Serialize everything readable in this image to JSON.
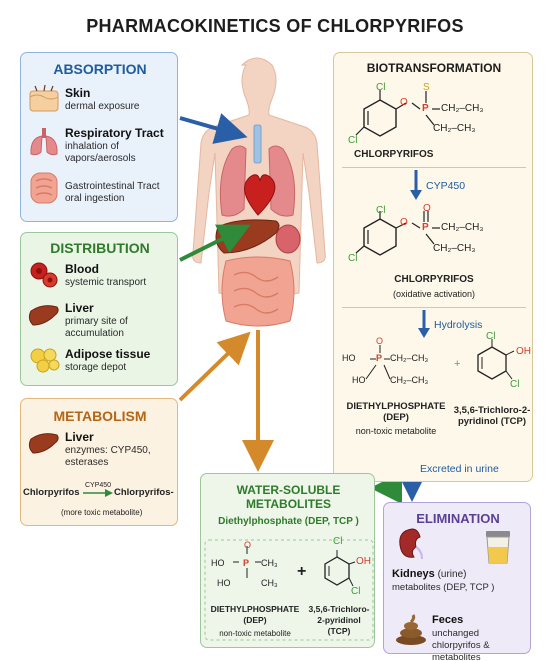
{
  "title": "PHARMACOKINETICS OF CHLORPYRIFOS",
  "absorption": {
    "heading": "ABSORPTION",
    "items": [
      {
        "title": "Skin",
        "desc": "dermal exposure",
        "icon": "skin-icon"
      },
      {
        "title": "Respiratory Tract",
        "desc": "inhalation of vapors/aerosols",
        "icon": "lungs-icon"
      },
      {
        "title": "",
        "desc": "Gastrointestinal Tract oral ingestion",
        "icon": "intestine-icon"
      }
    ]
  },
  "distribution": {
    "heading": "DISTRIBUTION",
    "items": [
      {
        "title": "Blood",
        "desc": "systemic transport",
        "icon": "blood-cells-icon"
      },
      {
        "title": "Liver",
        "desc": "primary site of accumulation",
        "icon": "liver-icon"
      },
      {
        "title": "Adipose tissue",
        "desc": "storage depot",
        "icon": "adipose-icon"
      }
    ]
  },
  "metabolism": {
    "heading": "METABOLISM",
    "item_title": "Liver",
    "item_desc": "enzymes: CYP450, esterases",
    "reaction_left": "Chlorpyrifos",
    "reaction_enzyme": "CYP450",
    "reaction_right": "Chlorpyrifos-",
    "note": "(more toxic metabolite)"
  },
  "biotransformation": {
    "heading": "BIOTRANSFORMATION",
    "parent_name": "CHLORPYRIFOS",
    "step1": "CYP450",
    "oxon_name": "CHLORPYRIFOS",
    "oxon_note": "(oxidative activation)",
    "step2": "Hydrolysis",
    "dep_name": "DIETHYLPHOSPHATE (DEP)",
    "dep_note": "non-toxic metabolite",
    "tcp_name": "3,5,6-Trichloro-2-pyridinol (TCP)",
    "atoms": {
      "cl": "Cl",
      "s": "S",
      "o": "O",
      "p": "P",
      "oh": "OH",
      "ho": "HO",
      "ethyl": "CH₂–CH₃",
      "plus": "+"
    }
  },
  "water_soluble": {
    "heading": "WATER-SOLUBLE METABOLITES",
    "subheading": "Diethylphosphate (DEP, TCP )",
    "dep_name": "DIETHYLPHOSPHATE (DEP)",
    "dep_note": "non-toxic metabolite",
    "tcp_name": "3,5,6-Trichloro-2-pyridinol (TCP)",
    "methyl": "CH₃",
    "plus": "+"
  },
  "urine_label": "Excreted in urine",
  "elimination": {
    "heading": "ELIMINATION",
    "kidneys_title": "Kidneys",
    "kidneys_rest": " (urine)",
    "kidneys_desc": "metabolites (DEP, TCP )",
    "feces_title": "Feces",
    "feces_desc": "unchanged chlorpyrifos & metabolites"
  },
  "colors": {
    "absorption": "#1f5b9e",
    "distribution": "#2f7a2b",
    "metabolism": "#b56516",
    "elimination": "#5a3f99",
    "arrow_blue": "#2a5fa8",
    "arrow_green": "#2f8a3a",
    "arrow_orange": "#d48a2a",
    "oxygen_red": "#d63b2b",
    "chlorine_green": "#3f9a3a"
  }
}
